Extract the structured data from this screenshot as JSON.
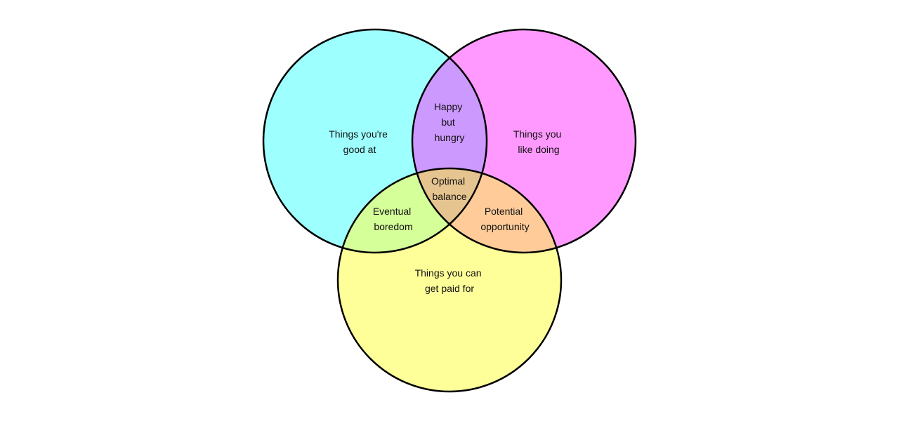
{
  "diagram": {
    "type": "venn",
    "sets": [
      {
        "id": "good",
        "label_lines": [
          "Things you're",
          "good at"
        ],
        "color": "#9effff"
      },
      {
        "id": "like",
        "label_lines": [
          "Things you",
          "like doing"
        ],
        "color": "#ff99ff"
      },
      {
        "id": "paid",
        "label_lines": [
          "Things you can",
          "get paid for"
        ],
        "color": "#ffff99"
      }
    ],
    "intersections": {
      "good_like": {
        "label_lines": [
          "Happy",
          "but",
          "hungry"
        ],
        "color": "#cc99ff"
      },
      "good_paid": {
        "label_lines": [
          "Eventual",
          "boredom"
        ],
        "color": "#d4ff99"
      },
      "like_paid": {
        "label_lines": [
          "Potential",
          "opportunity"
        ],
        "color": "#ffcc99"
      },
      "all": {
        "label_lines": [
          "Optimal",
          "balance"
        ],
        "color": "#e6c490"
      }
    }
  }
}
